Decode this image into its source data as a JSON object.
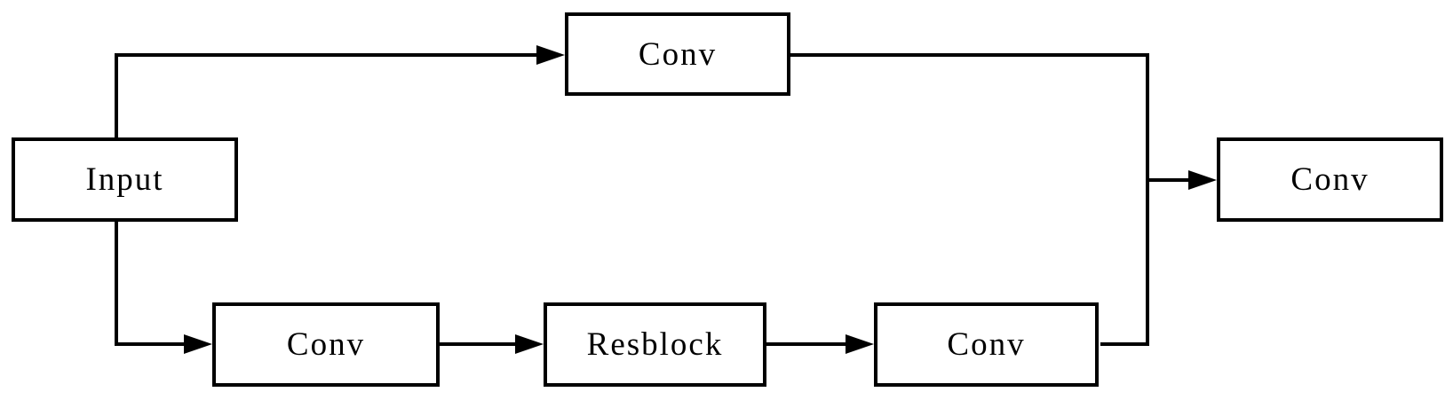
{
  "diagram": {
    "type": "flowchart",
    "description": "Neural network block diagram with a skip branch: Input splits to a top Conv and a bottom Conv-Resblock-Conv chain, both merge into a final Conv",
    "colors": {
      "background": "#ffffff",
      "line": "#000000",
      "box_border": "#000000",
      "text": "#000000"
    },
    "nodes": [
      {
        "id": "input",
        "label": "Input"
      },
      {
        "id": "conv_top",
        "label": "Conv"
      },
      {
        "id": "conv_bottom_left",
        "label": "Conv"
      },
      {
        "id": "resblock",
        "label": "Resblock"
      },
      {
        "id": "conv_bottom_right",
        "label": "Conv"
      },
      {
        "id": "conv_output",
        "label": "Conv"
      }
    ],
    "edges": [
      {
        "from": "input",
        "to": "conv_top",
        "arrow": true
      },
      {
        "from": "input",
        "to": "conv_bottom_left",
        "arrow": true
      },
      {
        "from": "conv_bottom_left",
        "to": "resblock",
        "arrow": true
      },
      {
        "from": "resblock",
        "to": "conv_bottom_right",
        "arrow": true
      },
      {
        "from": "conv_top",
        "to": "merge_junction",
        "arrow": false
      },
      {
        "from": "conv_bottom_right",
        "to": "merge_junction",
        "arrow": false
      },
      {
        "from": "merge_junction",
        "to": "conv_output",
        "arrow": true
      }
    ]
  }
}
